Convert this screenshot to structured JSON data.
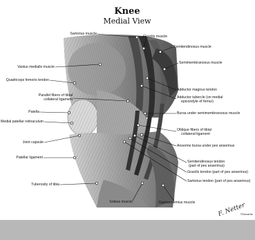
{
  "header": {
    "title": "Knee",
    "subtitle": "Medial View"
  },
  "labels": {
    "sartorius_muscle": "Sartorius muscle",
    "gracilis_muscle": "Gracilis muscle",
    "semitendinosus_muscle": "Semitendinosus muscle",
    "vastus_medialis_muscle": "Vastus medialis muscle",
    "semimembranosus_muscle": "Semimembranosus muscle",
    "quadriceps_femoris_tendon": "Quadriceps femoris tendon",
    "adductor_magnus_tendon": "Adductor magnus tendon",
    "parallel_fibers_1": "Parallel fibers of tibial",
    "parallel_fibers_2": "collateral ligament",
    "adductor_tubercle_1": "Adductor tubercle (on medial",
    "adductor_tubercle_2": "epicondyle of femur)",
    "patella": "Patella",
    "bursa_semimembranosus": "Bursa under semimembranosus muscle",
    "medial_patellar_retinaculum": "Medial patellar retinaculum",
    "oblique_fibers_1": "Oblique fibers of tibial",
    "oblique_fibers_2": "collateral ligament",
    "joint_capsule": "Joint capsule",
    "anserine_bursa": "Anserine bursa under pes anserinus",
    "patellar_ligament": "Patellar ligament",
    "semitendinosus_tendon_1": "Semitendinosus tendon",
    "semitendinosus_tendon_2": "(part of pes anserinus)",
    "gracilis_tendon": "Gracilis tendon (part of pes anserinus)",
    "tuberosity_of_tibia": "Tuberosity of tibia",
    "sartorius_tendon": "Sartorius tendon (part of pes anserinus)",
    "soleus_muscle": "Soleus muscle",
    "gastrocnemius_muscle": "Gastrocnemius muscle"
  },
  "signature": "F. Netter",
  "copyright": "©Novartis",
  "colors": {
    "background": "#ffffff",
    "footer_bar": "#b8b8b8",
    "muscle_dark": "#3a3a3a",
    "muscle_mid": "#7a7a7a",
    "muscle_light": "#bdbdbd"
  }
}
